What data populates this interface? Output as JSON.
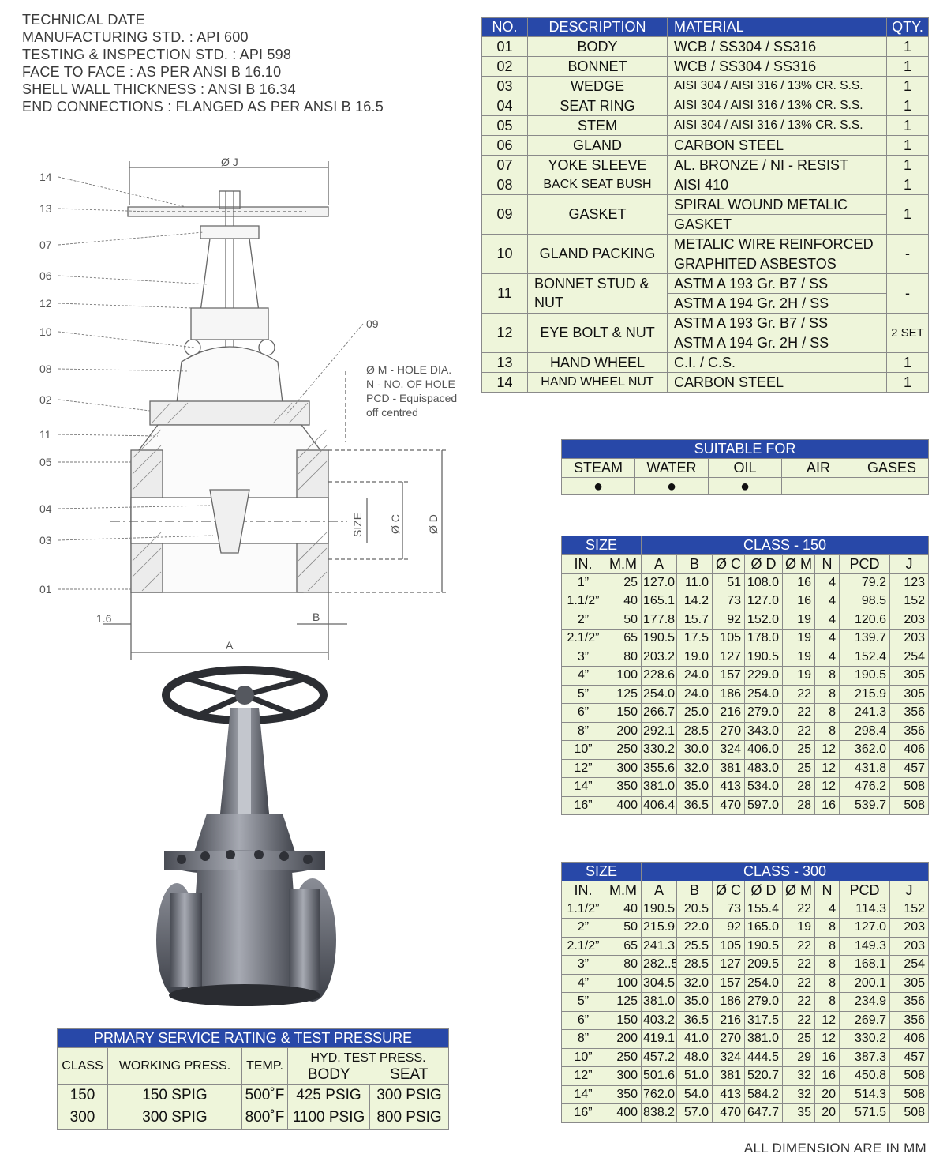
{
  "technical": {
    "lines": [
      "TECHNICAL DATE",
      "MANUFACTURING STD. : API 600",
      "TESTING & INSPECTION STD. : API 598",
      "FACE TO FACE : AS PER ANSI B 16.10",
      "SHELL WALL THICKNESS : ANSI B 16.34",
      "END CONNECTIONS : FLANGED AS PER ANSI B 16.5"
    ]
  },
  "materials": {
    "headers": [
      "NO.",
      "DESCRIPTION",
      "MATERIAL",
      "QTY."
    ],
    "r01": [
      "01",
      "BODY",
      "WCB / SS304 / SS316",
      "1"
    ],
    "r02": [
      "02",
      "BONNET",
      "WCB / SS304 / SS316",
      "1"
    ],
    "r03": [
      "03",
      "WEDGE",
      "AISI 304 / AISI 316 / 13% CR. S.S.",
      "1"
    ],
    "r04": [
      "04",
      "SEAT RING",
      "AISI 304 / AISI 316 / 13% CR. S.S.",
      "1"
    ],
    "r05": [
      "05",
      "STEM",
      "AISI 304 / AISI 316 / 13% CR. S.S.",
      "1"
    ],
    "r06": [
      "06",
      "GLAND",
      "CARBON STEEL",
      "1"
    ],
    "r07": [
      "07",
      "YOKE SLEEVE",
      "AL. BRONZE / NI - RESIST",
      "1"
    ],
    "r08": [
      "08",
      "BACK SEAT BUSH",
      "AISI 410",
      "1"
    ],
    "r09": [
      "09",
      "GASKET",
      "SPIRAL WOUND METALIC",
      "GASKET",
      "1"
    ],
    "r10": [
      "10",
      "GLAND PACKING",
      "METALIC WIRE REINFORCED",
      "GRAPHITED ASBESTOS",
      "-"
    ],
    "r11": [
      "11",
      "BONNET STUD &",
      "NUT",
      "ASTM A 193 Gr. B7 / SS",
      "ASTM A 194 Gr. 2H / SS",
      "-"
    ],
    "r12": [
      "12",
      "EYE BOLT & NUT",
      "ASTM A 193 Gr. B7 / SS",
      "ASTM A 194 Gr. 2H / SS",
      "2 SET"
    ],
    "r13": [
      "13",
      "HAND WHEEL",
      "C.I. / C.S.",
      "1"
    ],
    "r14": [
      "14",
      "HAND WHEEL NUT",
      "CARBON STEEL",
      "1"
    ]
  },
  "suitable": {
    "title": "SUITABLE FOR",
    "media": [
      "STEAM",
      "WATER",
      "OIL",
      "AIR",
      "GASES"
    ],
    "marks": [
      "●",
      "●",
      "●",
      "",
      ""
    ]
  },
  "class150": {
    "size_label": "SIZE",
    "class_label": "CLASS - 150",
    "cols": [
      "IN.",
      "M.M",
      "A",
      "B",
      "Ø C",
      "Ø D",
      "Ø M",
      "N",
      "PCD",
      "J"
    ],
    "rows": [
      [
        "1”",
        "25",
        "127.0",
        "11.0",
        "51",
        "108.0",
        "16",
        "4",
        "79.2",
        "123"
      ],
      [
        "1.1/2”",
        "40",
        "165.1",
        "14.2",
        "73",
        "127.0",
        "16",
        "4",
        "98.5",
        "152"
      ],
      [
        "2”",
        "50",
        "177.8",
        "15.7",
        "92",
        "152.0",
        "19",
        "4",
        "120.6",
        "203"
      ],
      [
        "2.1/2”",
        "65",
        "190.5",
        "17.5",
        "105",
        "178.0",
        "19",
        "4",
        "139.7",
        "203"
      ],
      [
        "3”",
        "80",
        "203.2",
        "19.0",
        "127",
        "190.5",
        "19",
        "4",
        "152.4",
        "254"
      ],
      [
        "4”",
        "100",
        "228.6",
        "24.0",
        "157",
        "229.0",
        "19",
        "8",
        "190.5",
        "305"
      ],
      [
        "5”",
        "125",
        "254.0",
        "24.0",
        "186",
        "254.0",
        "22",
        "8",
        "215.9",
        "305"
      ],
      [
        "6”",
        "150",
        "266.7",
        "25.0",
        "216",
        "279.0",
        "22",
        "8",
        "241.3",
        "356"
      ],
      [
        "8”",
        "200",
        "292.1",
        "28.5",
        "270",
        "343.0",
        "22",
        "8",
        "298.4",
        "356"
      ],
      [
        "10”",
        "250",
        "330.2",
        "30.0",
        "324",
        "406.0",
        "25",
        "12",
        "362.0",
        "406"
      ],
      [
        "12”",
        "300",
        "355.6",
        "32.0",
        "381",
        "483.0",
        "25",
        "12",
        "431.8",
        "457"
      ],
      [
        "14”",
        "350",
        "381.0",
        "35.0",
        "413",
        "534.0",
        "28",
        "12",
        "476.2",
        "508"
      ],
      [
        "16”",
        "400",
        "406.4",
        "36.5",
        "470",
        "597.0",
        "28",
        "16",
        "539.7",
        "508"
      ]
    ]
  },
  "class300": {
    "size_label": "SIZE",
    "class_label": "CLASS - 300",
    "cols": [
      "IN.",
      "M.M",
      "A",
      "B",
      "Ø C",
      "Ø D",
      "Ø M",
      "N",
      "PCD",
      "J"
    ],
    "rows": [
      [
        "1.1/2”",
        "40",
        "190.5",
        "20.5",
        "73",
        "155.4",
        "22",
        "4",
        "114.3",
        "152"
      ],
      [
        "2”",
        "50",
        "215.9",
        "22.0",
        "92",
        "165.0",
        "19",
        "8",
        "127.0",
        "203"
      ],
      [
        "2.1/2”",
        "65",
        "241.3",
        "25.5",
        "105",
        "190.5",
        "22",
        "8",
        "149.3",
        "203"
      ],
      [
        "3”",
        "80",
        "282..5",
        "28.5",
        "127",
        "209.5",
        "22",
        "8",
        "168.1",
        "254"
      ],
      [
        "4”",
        "100",
        "304.5",
        "32.0",
        "157",
        "254.0",
        "22",
        "8",
        "200.1",
        "305"
      ],
      [
        "5”",
        "125",
        "381.0",
        "35.0",
        "186",
        "279.0",
        "22",
        "8",
        "234.9",
        "356"
      ],
      [
        "6”",
        "150",
        "403.2",
        "36.5",
        "216",
        "317.5",
        "22",
        "12",
        "269.7",
        "356"
      ],
      [
        "8”",
        "200",
        "419.1",
        "41.0",
        "270",
        "381.0",
        "25",
        "12",
        "330.2",
        "406"
      ],
      [
        "10”",
        "250",
        "457.2",
        "48.0",
        "324",
        "444.5",
        "29",
        "16",
        "387.3",
        "457"
      ],
      [
        "12”",
        "300",
        "501.6",
        "51.0",
        "381",
        "520.7",
        "32",
        "16",
        "450.8",
        "508"
      ],
      [
        "14”",
        "350",
        "762.0",
        "54.0",
        "413",
        "584.2",
        "32",
        "20",
        "514.3",
        "508"
      ],
      [
        "16”",
        "400",
        "838.2",
        "57.0",
        "470",
        "647.7",
        "35",
        "20",
        "571.5",
        "508"
      ]
    ]
  },
  "service": {
    "title": "PRMARY SERVICE RATING & TEST PRESSURE",
    "col_class": "CLASS",
    "col_working": "WORKING PRESS.",
    "col_temp": "TEMP.",
    "col_hyd": "HYD. TEST PRESS.",
    "col_body": "BODY",
    "col_seat": "SEAT",
    "rows": [
      [
        "150",
        "150 SPIG",
        "500˚F",
        "425 PSIG",
        "300 PSIG"
      ],
      [
        "300",
        "300 SPIG",
        "800˚F",
        "1100 PSIG",
        "800 PSIG"
      ]
    ]
  },
  "drawing": {
    "labels_left": [
      "14",
      "13",
      "07",
      "06",
      "12",
      "10",
      "08",
      "02",
      "11",
      "05",
      "04",
      "03",
      "01"
    ],
    "label_09": "09",
    "dim_j": "Ø J",
    "dim_a": "A",
    "dim_b": "B",
    "dim_16": "1.6",
    "dim_size": "SIZE",
    "dim_c": "Ø C",
    "dim_d": "Ø D",
    "note_lines": [
      "Ø M - HOLE DIA.",
      "N - NO. OF HOLE",
      "PCD - Equispaced",
      "off centred"
    ]
  },
  "footnote": "ALL DIMENSION ARE IN MM"
}
